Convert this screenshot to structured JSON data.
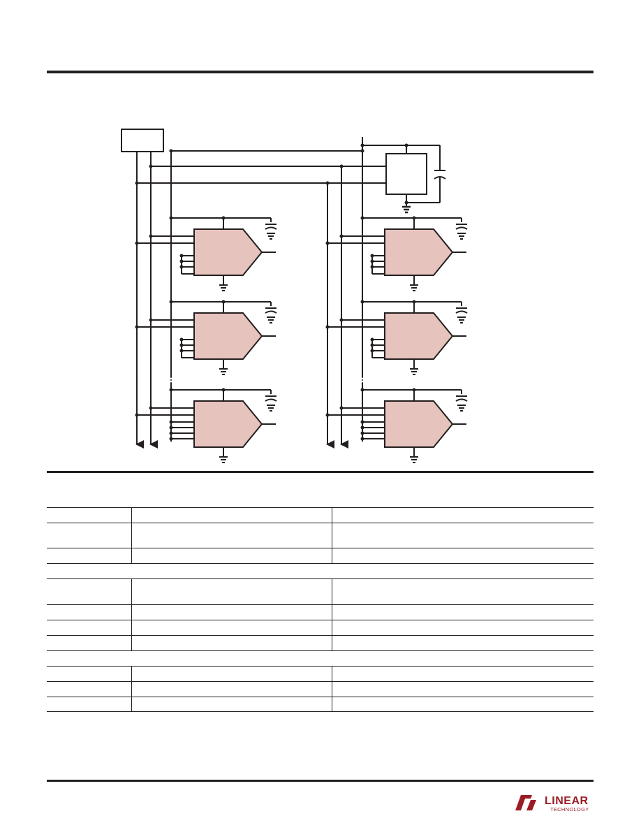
{
  "brand": {
    "logo_text_main": "LINEAR",
    "logo_text_sub": "TECHNOLOGY",
    "logo_color": "#9b1c24"
  },
  "colors": {
    "rule": "#231f20",
    "adc_fill": "#e7c3bd"
  },
  "table": {
    "row_heights": "see layout"
  }
}
